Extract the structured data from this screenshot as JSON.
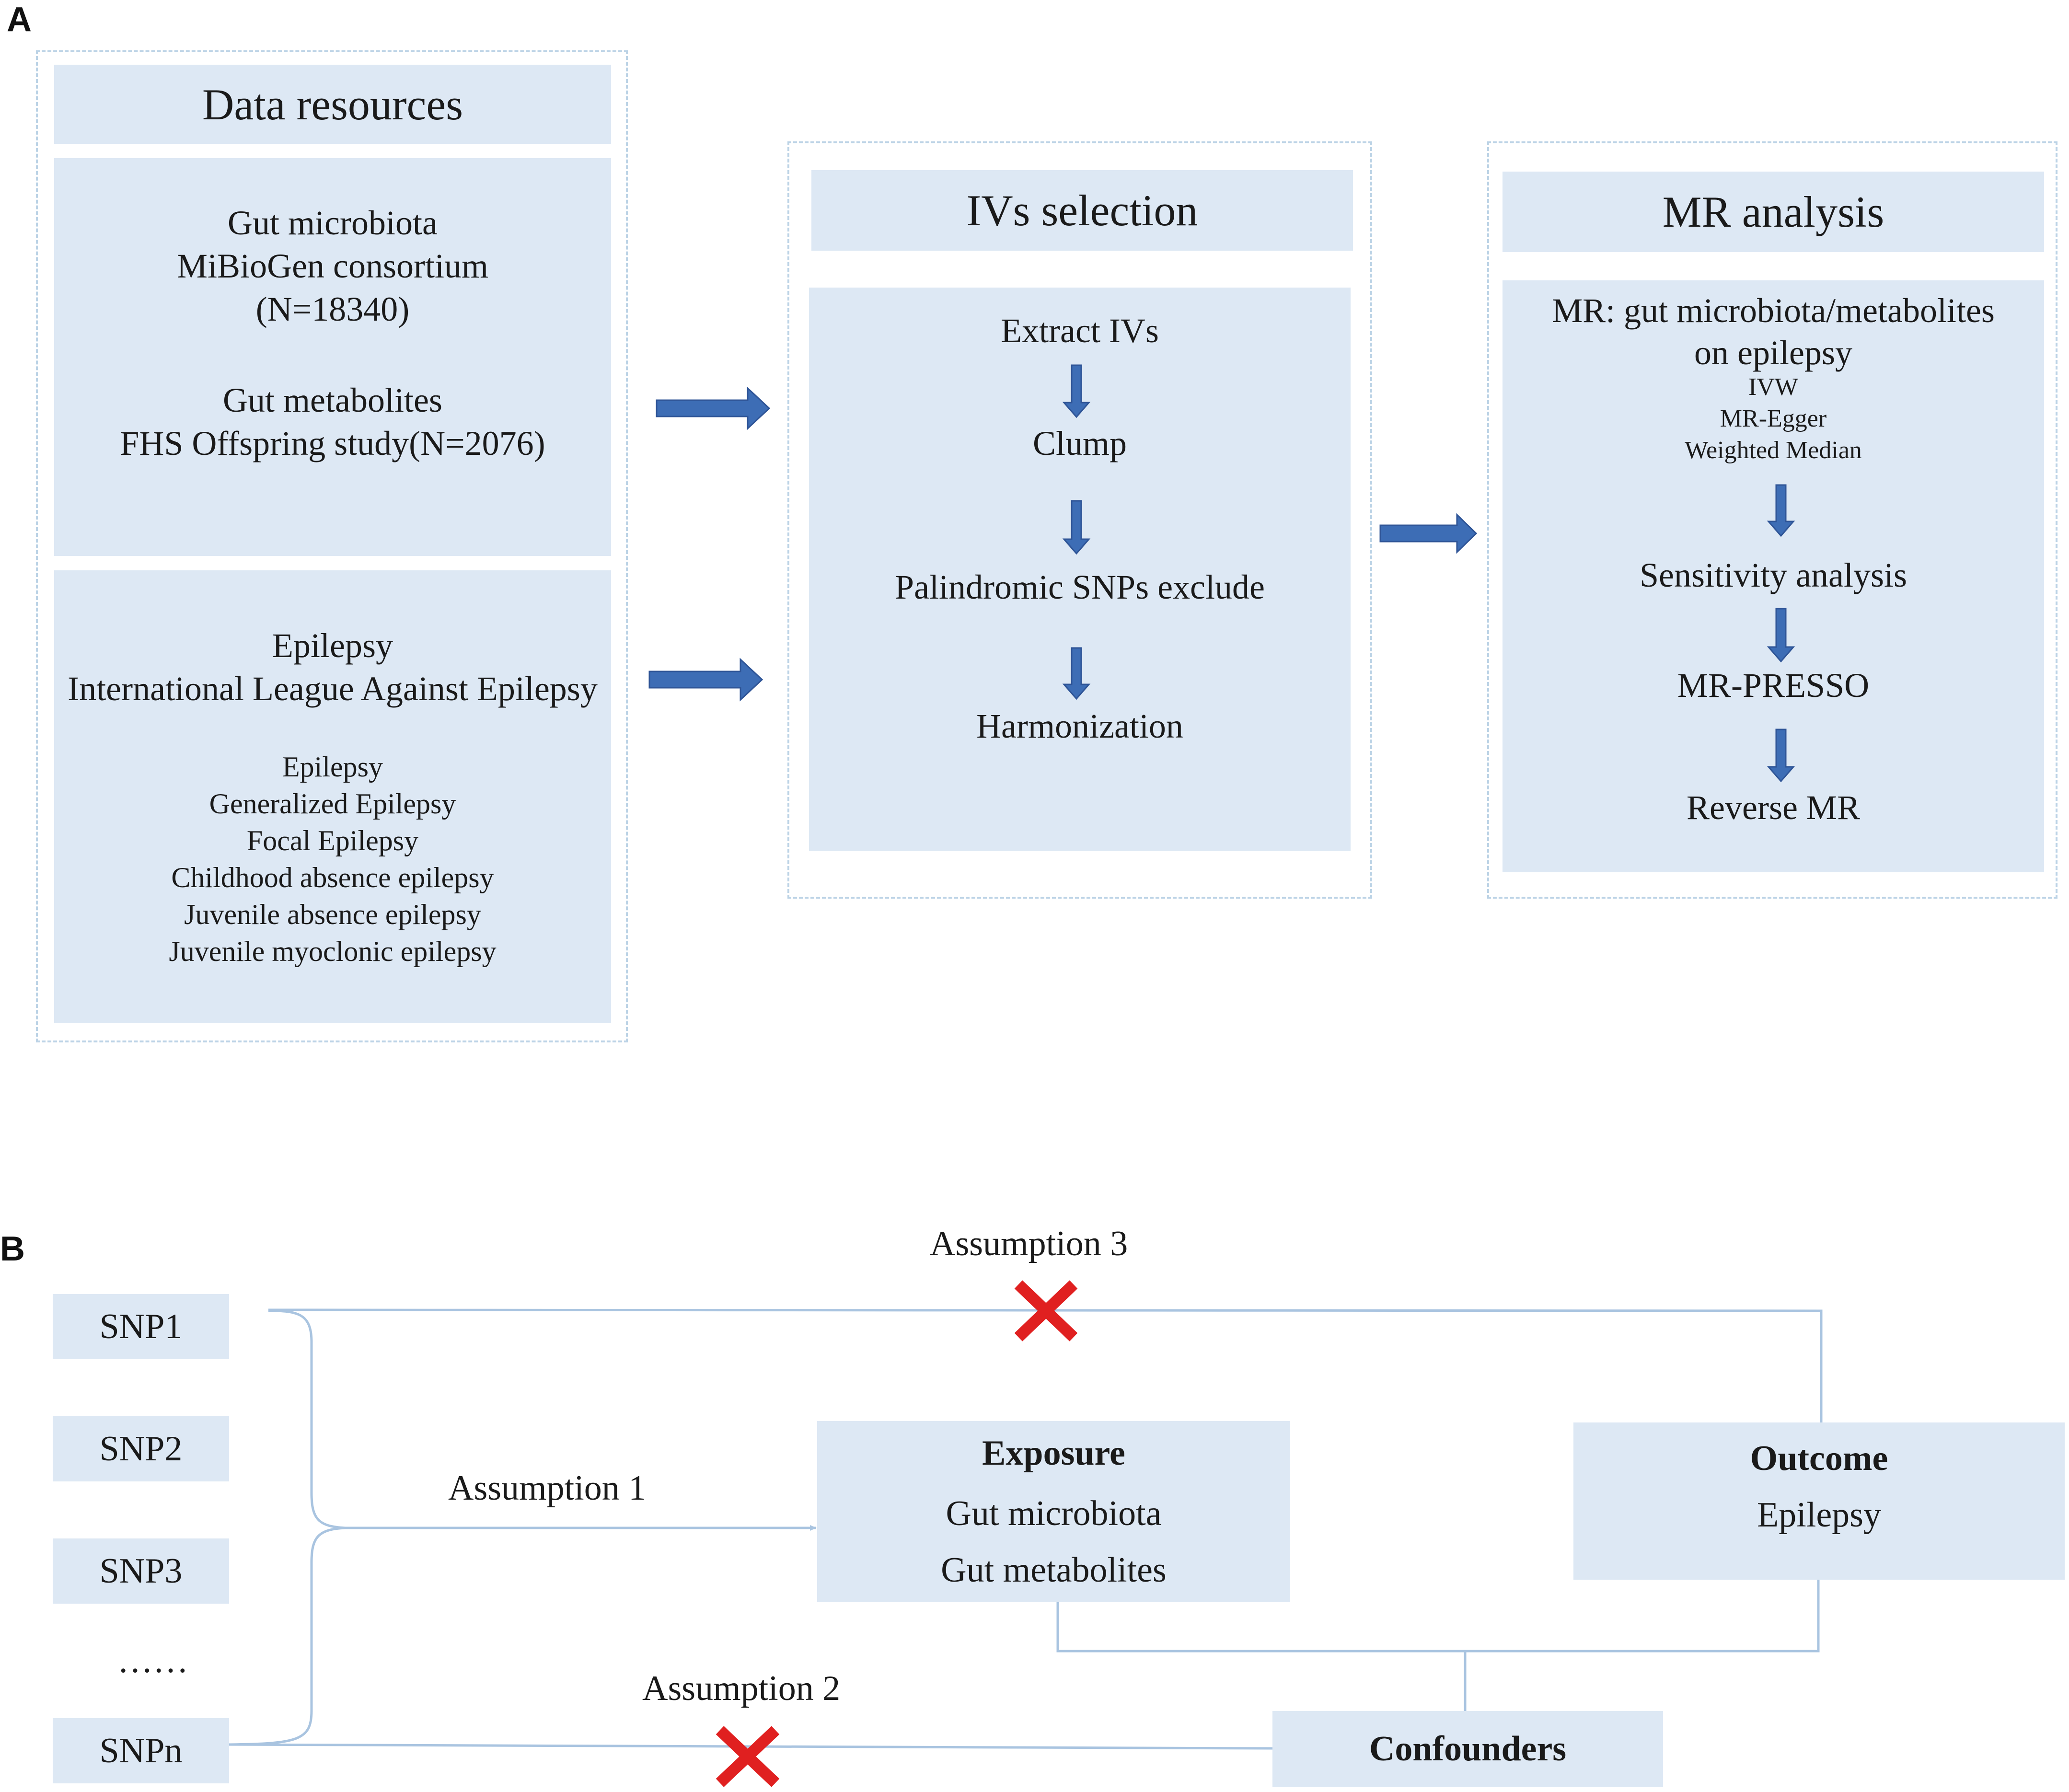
{
  "panel_a": {
    "letter": "A",
    "data_resources": {
      "title": "Data resources",
      "gut_microbiota": "Gut microbiota",
      "consortium": "MiBioGen consortium",
      "gut_n": "(N=18340)",
      "gut_metabolites": "Gut metabolites",
      "fhs": "FHS Offspring study(N=2076)",
      "epilepsy": "Epilepsy",
      "ilae": "International League Against Epilepsy",
      "subtypes": [
        "Epilepsy",
        "Generalized Epilepsy",
        "Focal Epilepsy",
        "Childhood absence epilepsy",
        "Juvenile absence epilepsy",
        "Juvenile myoclonic epilepsy"
      ]
    },
    "ivs_selection": {
      "title": "IVs selection",
      "steps": [
        "Extract IVs",
        "Clump",
        "Palindromic SNPs exclude",
        "Harmonization"
      ]
    },
    "mr_analysis": {
      "title": "MR analysis",
      "main_line1": "MR: gut microbiota/metabolites",
      "main_line2": "on epilepsy",
      "methods": [
        "IVW",
        "MR-Egger",
        "Weighted Median"
      ],
      "steps": [
        "Sensitivity analysis",
        "MR-PRESSO",
        "Reverse MR"
      ]
    }
  },
  "panel_b": {
    "letter": "B",
    "snps": [
      "SNP1",
      "SNP2",
      "SNP3",
      "SNPn"
    ],
    "ellipsis": "……",
    "assumption1": "Assumption 1",
    "assumption2": "Assumption 2",
    "assumption3": "Assumption 3",
    "exposure": {
      "title": "Exposure",
      "line1": "Gut microbiota",
      "line2": "Gut metabolites"
    },
    "outcome": {
      "title": "Outcome",
      "line1": "Epilepsy"
    },
    "confounders": "Confounders"
  },
  "colors": {
    "box_fill": "#dde8f4",
    "dashed_border": "#bcd3e6",
    "arrow": "#3d6db5",
    "line": "#a9c4e0",
    "cross": "#e02020"
  }
}
